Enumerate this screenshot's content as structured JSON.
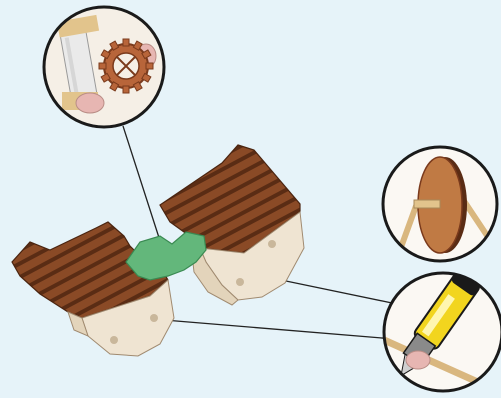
{
  "figure": {
    "background": "#e6f3f9",
    "main_object": "corrugated-cardboard-vehicle-body",
    "colors": {
      "cardboard_brown": "#8a4a26",
      "cardboard_dark": "#5a2c14",
      "cardboard_edge": "#e9dcc8",
      "cardboard_face": "#efe4d2",
      "green_part": "#63b77b",
      "callout_line": "#222222",
      "circle_border": "#1a1a1a",
      "knife_yellow": "#f2d51e"
    },
    "callouts": [
      {
        "id": "gear-and-dowel-detail",
        "icon": "gear-icon"
      },
      {
        "id": "wheel-on-axle-detail",
        "icon": "wheel-icon"
      },
      {
        "id": "craft-knife-cutting-detail",
        "icon": "craft-knife-icon"
      }
    ]
  }
}
